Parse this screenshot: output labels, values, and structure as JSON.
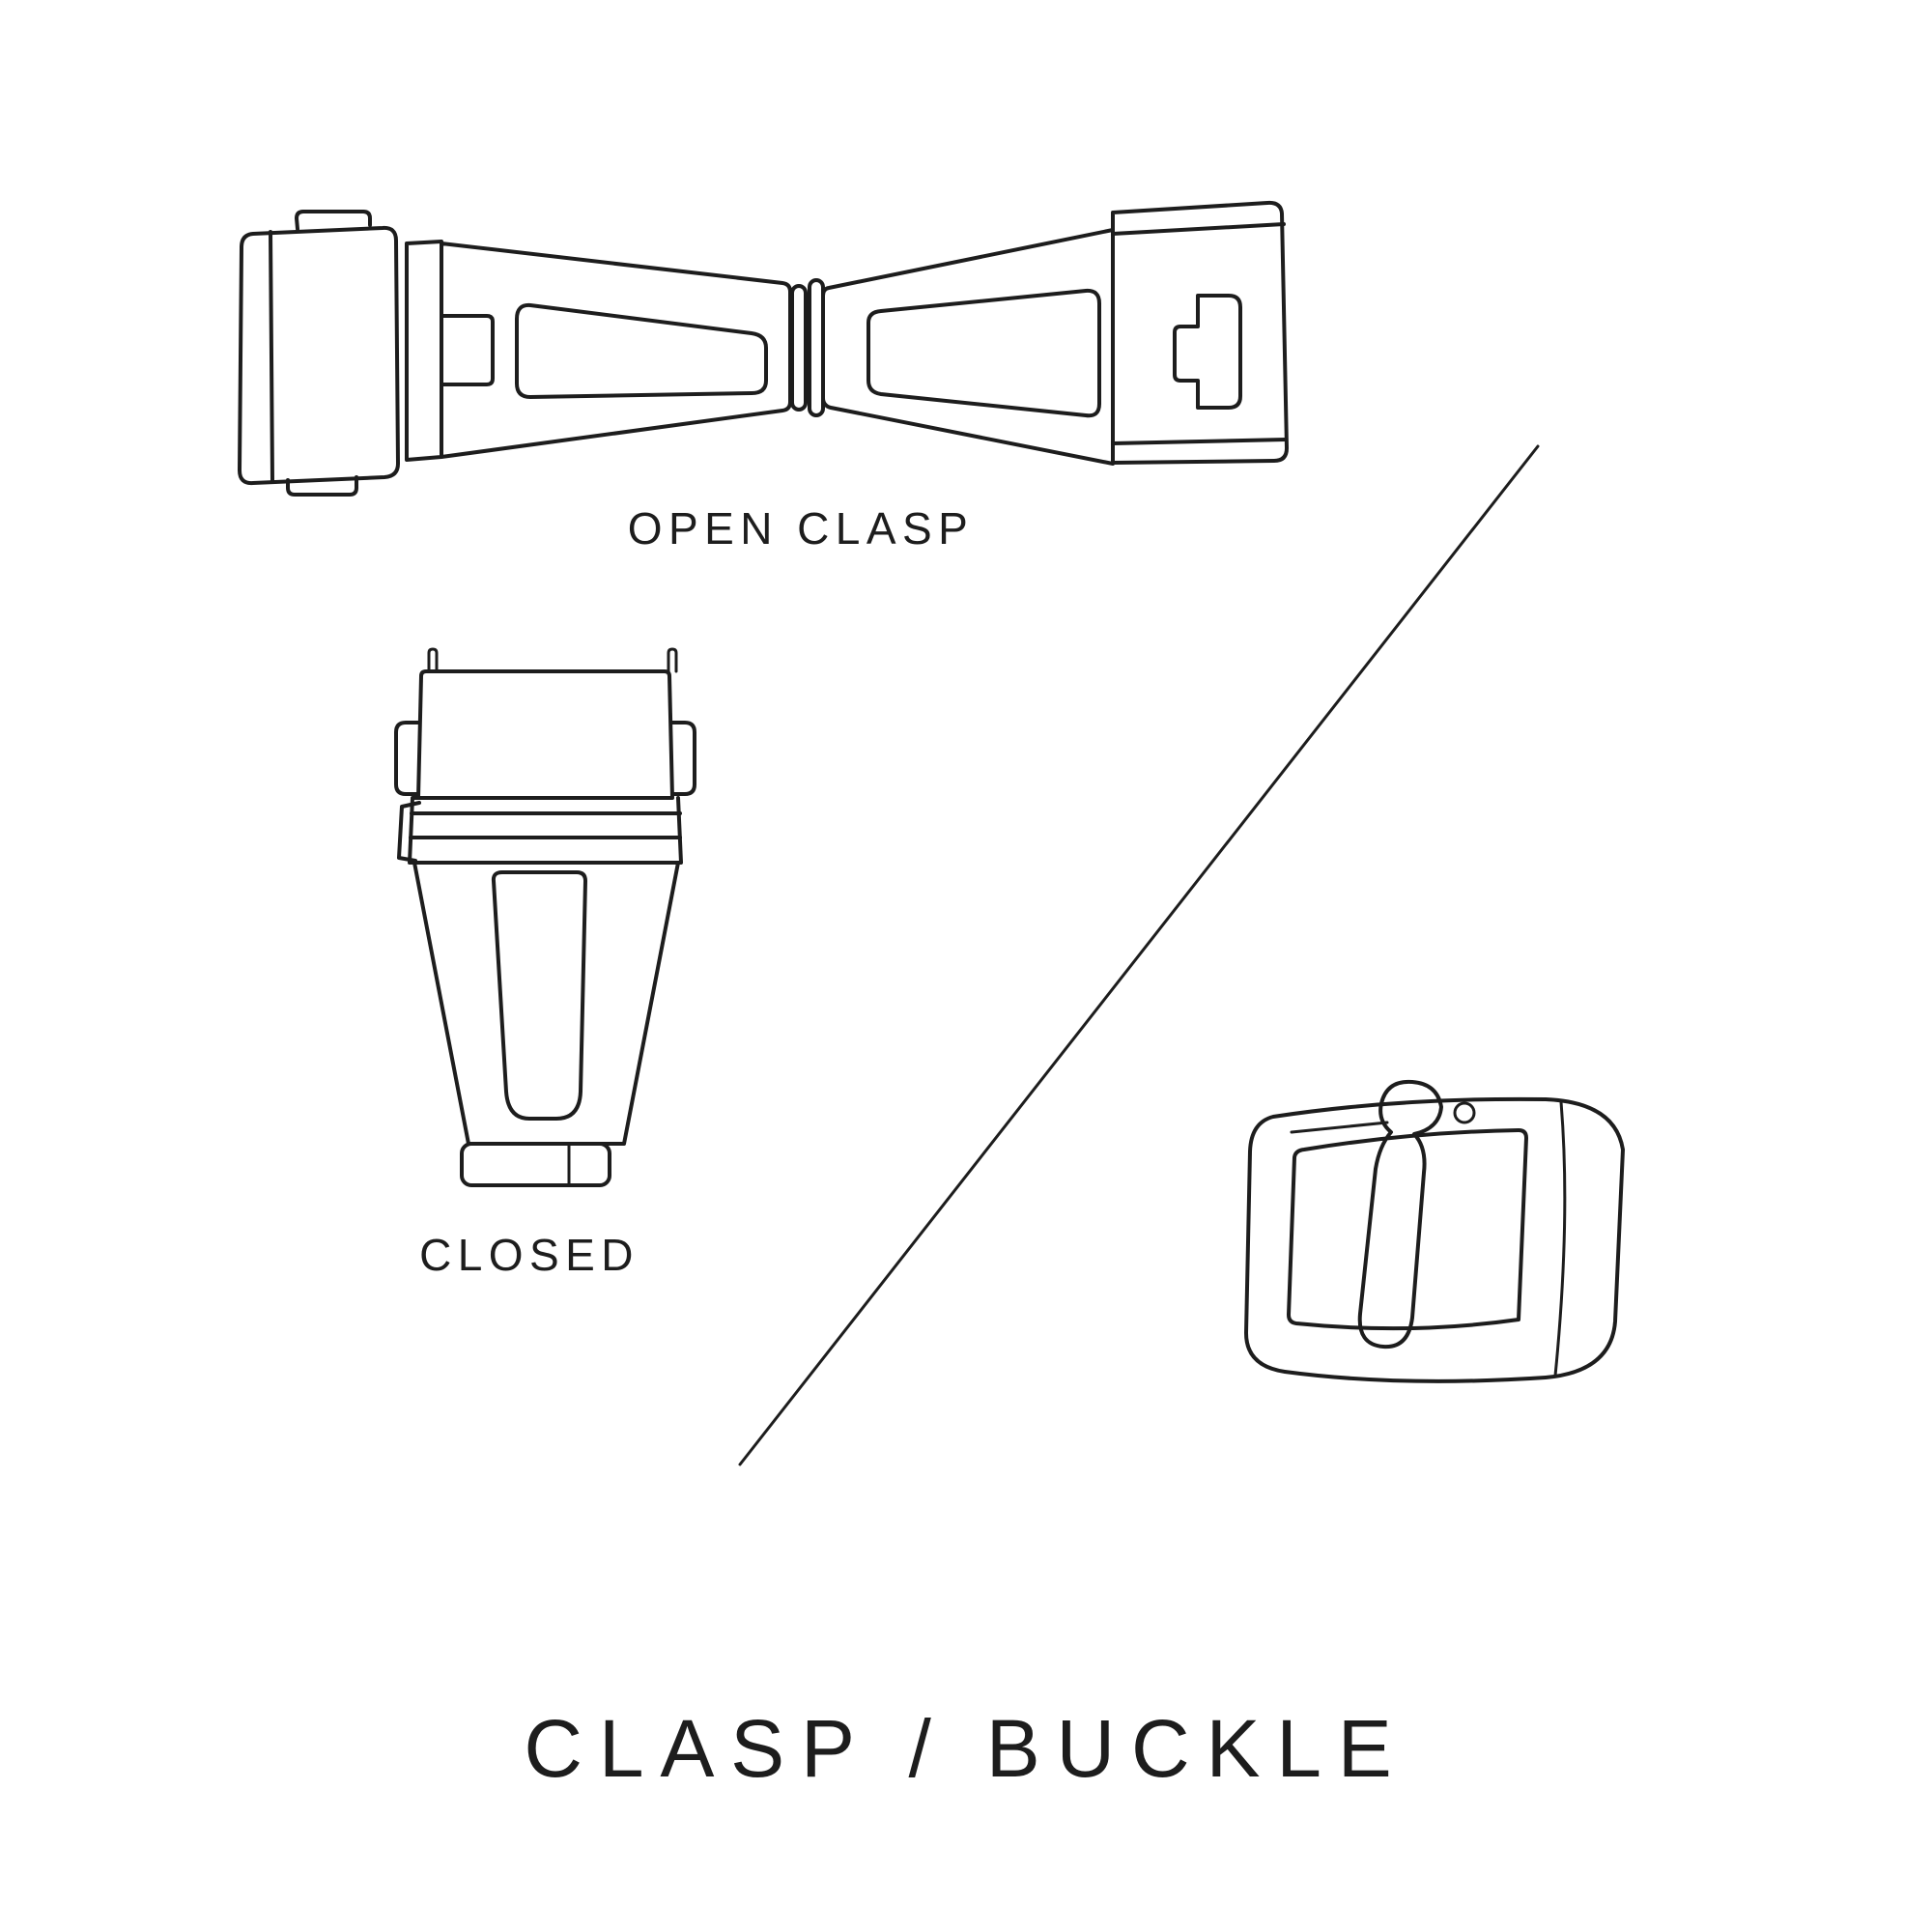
{
  "title": "CLASP / BUCKLE",
  "figures": {
    "open_clasp": {
      "label": "OPEN CLASP"
    },
    "closed_clasp": {
      "label": "CLOSED"
    },
    "buckle": {
      "label": ""
    }
  },
  "colors": {
    "ink": "#1d1d1d",
    "background": "#ffffff"
  }
}
